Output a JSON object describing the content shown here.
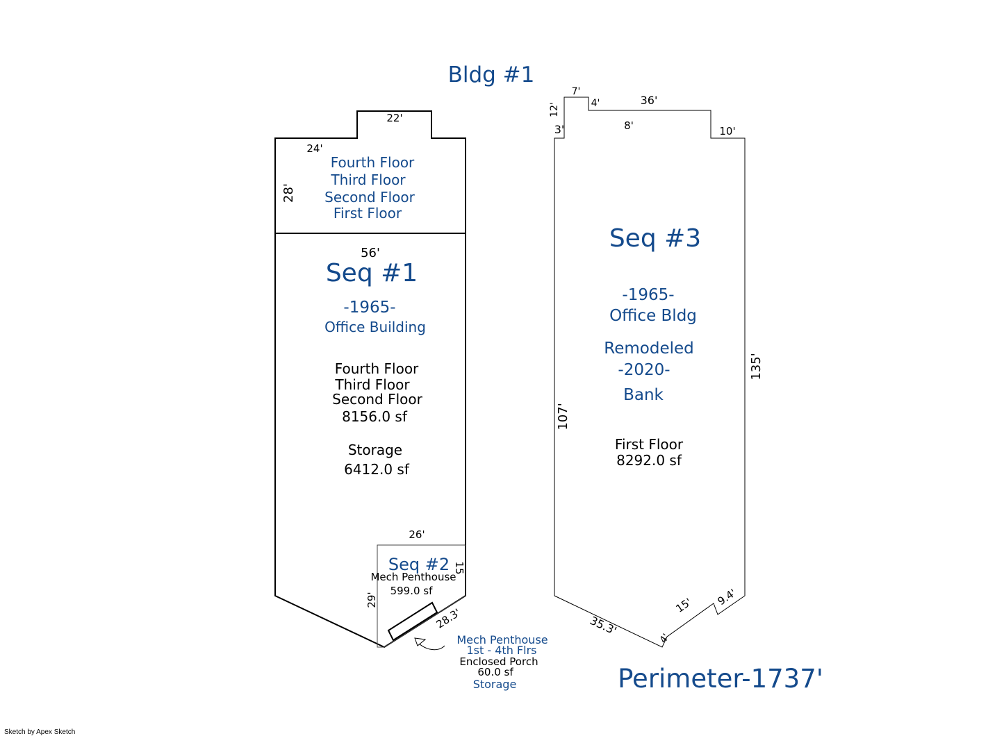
{
  "title": "Bldg #1",
  "perimeter": "Perimeter-1737'",
  "credit": "Sketch by Apex Sketch",
  "colors": {
    "accent_text": "#144a8c",
    "line": "#000000",
    "background": "#ffffff"
  },
  "left_section": {
    "dims": {
      "top": "22'",
      "upper_width": "24'",
      "upper_height": "28'",
      "mid_width": "56'",
      "seq2_width": "26'",
      "seq2_side": "15",
      "seq2_left": "29'",
      "seq2_diag": "28.3'"
    },
    "upper_floors": [
      "Fourth Floor",
      "Third Floor",
      "Second Floor",
      "First Floor"
    ],
    "seq_label": "Seq #1",
    "year": "-1965-",
    "use": "Office Building",
    "area_floors": [
      "Fourth Floor",
      "Third Floor",
      "Second Floor"
    ],
    "area_sf": "8156.0 sf",
    "storage_label": "Storage",
    "storage_sf": "6412.0 sf",
    "seq2": {
      "label": "Seq #2",
      "use": "Mech Penthouse",
      "sf": "599.0 sf"
    },
    "porch": {
      "line1": "Mech Penthouse",
      "line2": "1st - 4th Flrs",
      "line3": "Enclosed Porch",
      "line4": "60.0 sf",
      "line5": "Storage"
    }
  },
  "right_section": {
    "dims": {
      "d7": "7'",
      "d12": "12'",
      "d4_top": "4'",
      "d36": "36'",
      "d3": "3'",
      "d8": "8'",
      "d10": "10'",
      "d107": "107'",
      "d135": "135'",
      "d35_3": "35.3'",
      "d4_bottom": "4'",
      "d15": "15'",
      "d9_4": "9.4'"
    },
    "seq_label": "Seq #3",
    "year": "-1965-",
    "use": "Office Bldg",
    "remodeled": "Remodeled",
    "remodel_year": "-2020-",
    "new_use": "Bank",
    "floor": "First Floor",
    "sf": "8292.0 sf"
  }
}
